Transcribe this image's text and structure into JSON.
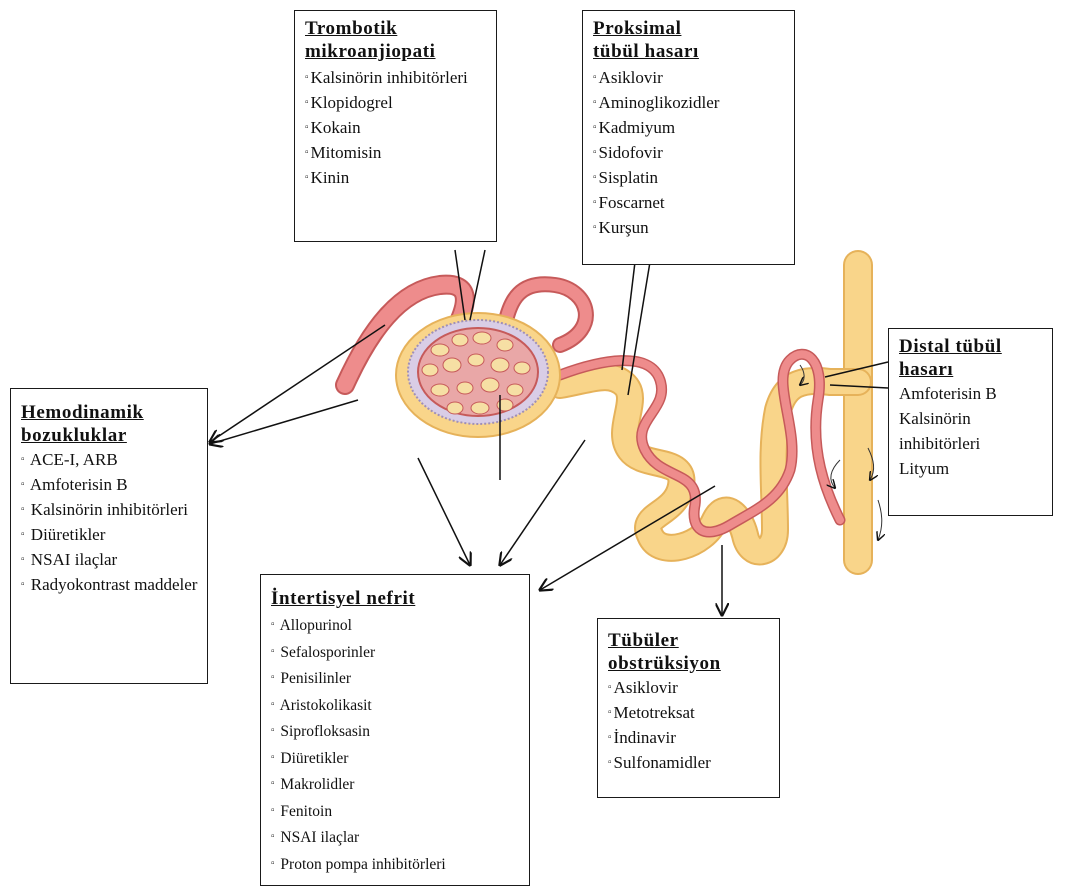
{
  "boxes": {
    "trombotik": {
      "title_line1": "Trombotik",
      "title_line2": "mikroanjiopati",
      "items": [
        "Kalsinörin inhibitörleri",
        "Klopidogrel",
        "Kokain",
        "Mitomisin",
        "Kinin"
      ]
    },
    "proksimal": {
      "title_line1": "Proksimal",
      "title_line2": "tübül hasarı",
      "items": [
        "Asiklovir",
        "Aminoglikozidler",
        "Kadmiyum",
        "Sidofovir",
        "Sisplatin",
        "Foscarnet",
        "Kurşun"
      ]
    },
    "distal": {
      "title_line1": "Distal tübül",
      "title_line2": "hasarı",
      "items": [
        "Amfoterisin B",
        "Kalsinörin inhibitörleri",
        "Lityum"
      ]
    },
    "hemodinamik": {
      "title_line1": "Hemodinamik",
      "title_line2": "bozukluklar",
      "items": [
        "ACE-I, ARB",
        "Amfoterisin B",
        "Kalsinörin inhibitörleri",
        "Diüretikler",
        "NSAI ilaçlar",
        "Radyokontrast maddeler"
      ]
    },
    "intertisyel": {
      "title_line1": "İntertisyel nefrit",
      "items": [
        "Allopurinol",
        "Sefalosporinler",
        "Penisilinler",
        "Aristokolikasit",
        "Siprofloksasin",
        "Diüretikler",
        "Makrolidler",
        "Fenitoin",
        "NSAI ilaçlar",
        "Proton pompa inhibitörleri"
      ]
    },
    "tubuler": {
      "title_line1": "Tübüler",
      "title_line2": "obstrüksiyon",
      "items": [
        "Asiklovir",
        "Metotreksat",
        "İndinavir",
        "Sulfonamidler"
      ]
    }
  },
  "colors": {
    "tubule": "#f9d58a",
    "tubule_edge": "#e6b25a",
    "vessel": "#ee8c8c",
    "vessel_edge": "#c65a5a",
    "capsule": "#d9cde6",
    "glomerulus": "#e9a7a7",
    "glom_cell": "#f6dfa4"
  }
}
